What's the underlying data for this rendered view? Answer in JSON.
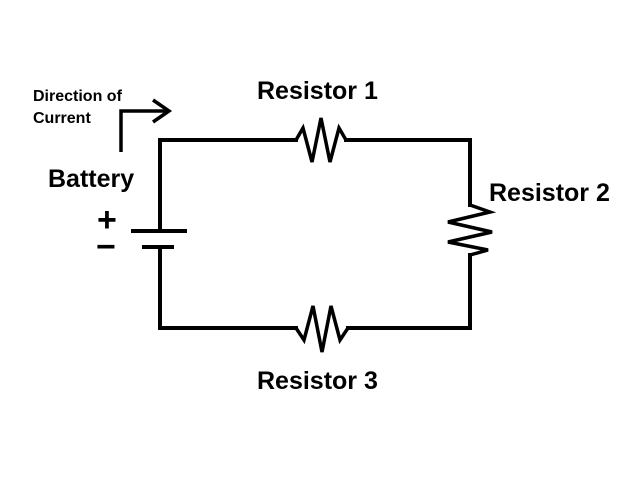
{
  "labels": {
    "direction_line1": "Direction of",
    "direction_line2": "Current",
    "battery": "Battery",
    "plus": "+",
    "minus": "−",
    "resistor1": "Resistor 1",
    "resistor2": "Resistor 2",
    "resistor3": "Resistor 3"
  }
}
